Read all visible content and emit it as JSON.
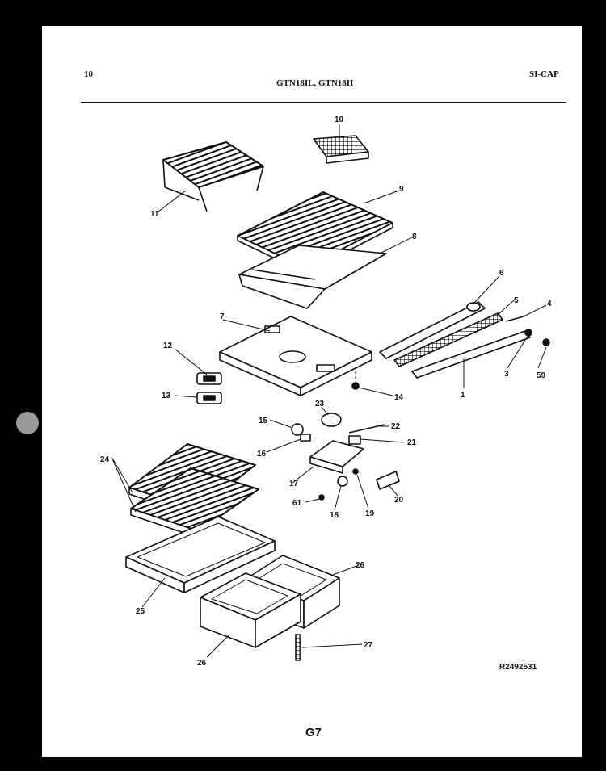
{
  "header": {
    "left_code": "10",
    "models": "GTN18IL, GTN18II",
    "right_code": "SI-CAP"
  },
  "callouts": [
    "1",
    "3",
    "4",
    "5",
    "6",
    "7",
    "8",
    "9",
    "10",
    "11",
    "12",
    "13",
    "14",
    "15",
    "16",
    "17",
    "18",
    "19",
    "20",
    "21",
    "22",
    "23",
    "24",
    "25",
    "26",
    "26",
    "27",
    "59",
    "61"
  ],
  "reference_number": "R2492531",
  "page_label": "G7"
}
